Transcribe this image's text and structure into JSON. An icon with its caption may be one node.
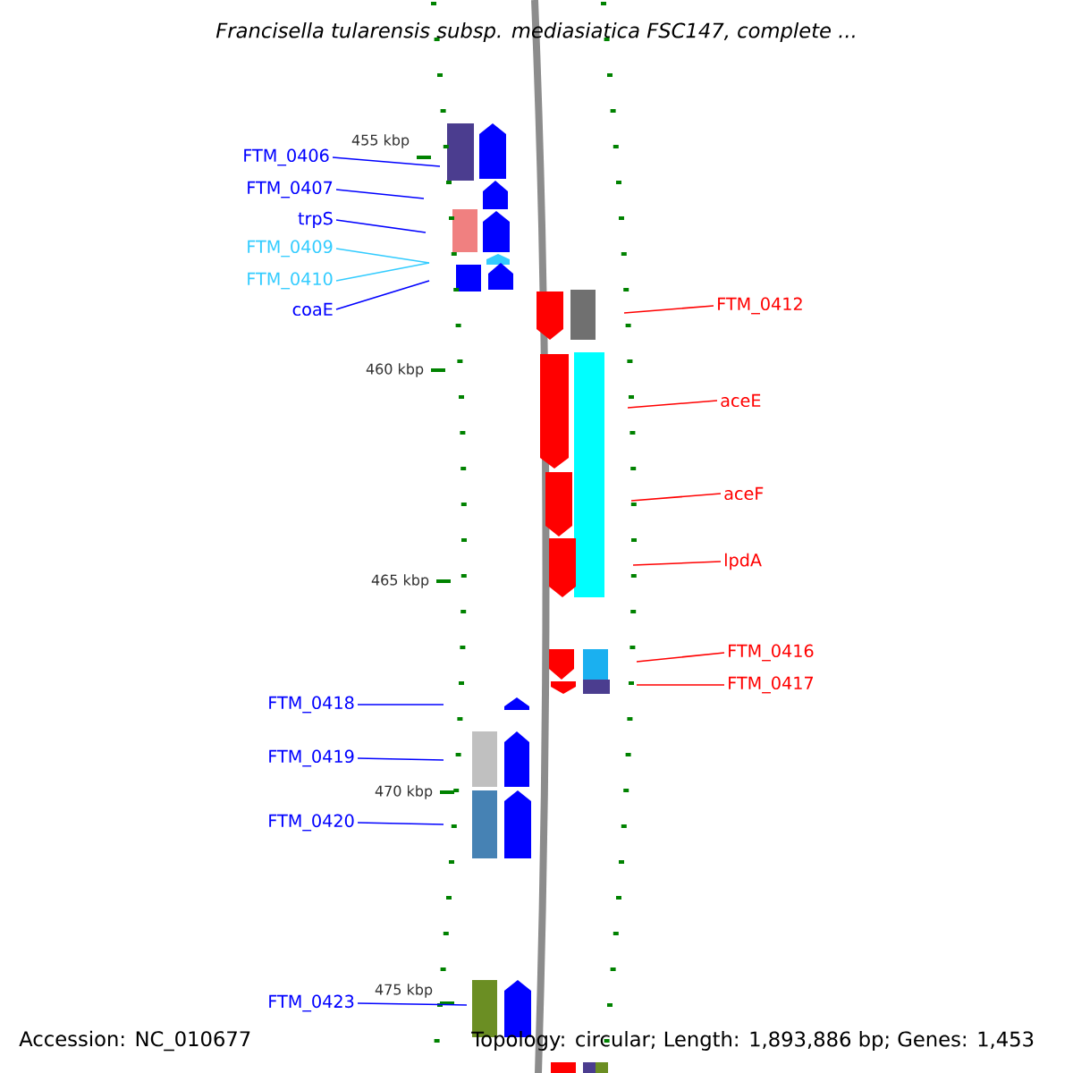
{
  "diagram": {
    "title": "Francisella tularensis subsp. mediasiatica FSC147, complete ...",
    "nodes": [
      {
        "text": [
          "FTM_0406"
        ]
      },
      {
        "text": [
          "FTM_0407"
        ]
      },
      {
        "text": [
          "trpS"
        ]
      },
      {
        "text": [
          "FTM_0409"
        ]
      },
      {
        "text": [
          "FTM_0410"
        ]
      },
      {
        "text": [
          "coaE"
        ]
      },
      {
        "text": [
          "FTM_0412"
        ]
      },
      {
        "text": [
          "aceE"
        ]
      },
      {
        "text": [
          "aceF"
        ]
      },
      {
        "text": [
          "lpdA"
        ]
      },
      {
        "text": [
          "FTM_0416"
        ]
      },
      {
        "text": [
          "FTM_0417"
        ]
      },
      {
        "text": [
          "FTM_0418"
        ]
      },
      {
        "text": [
          "FTM_0419"
        ]
      },
      {
        "text": [
          "FTM_0420"
        ]
      },
      {
        "text": [
          "FTM_0423"
        ]
      }
    ],
    "edges": [
      {
        "from": 0,
        "to": null,
        "arrow": "none"
      },
      {
        "from": 1,
        "to": null,
        "arrow": "none"
      },
      {
        "from": 2,
        "to": null,
        "arrow": "none"
      },
      {
        "from": 3,
        "to": null,
        "arrow": "none",
        "color": "#33ccff"
      },
      {
        "from": 4,
        "to": null,
        "arrow": "none",
        "color": "#33ccff"
      },
      {
        "from": 5,
        "to": null,
        "arrow": "none"
      },
      {
        "from": 6,
        "to": null,
        "arrow": "none",
        "color": "#ff0000"
      },
      {
        "from": 7,
        "to": null,
        "arrow": "none",
        "color": "#ff0000"
      },
      {
        "from": 8,
        "to": null,
        "arrow": "none",
        "color": "#ff0000"
      },
      {
        "from": 9,
        "to": null,
        "arrow": "none",
        "color": "#ff0000"
      },
      {
        "from": 10,
        "to": null,
        "arrow": "none",
        "color": "#ff0000"
      },
      {
        "from": 11,
        "to": null,
        "arrow": "none",
        "color": "#ff0000"
      },
      {
        "from": 12,
        "to": null,
        "arrow": "none"
      },
      {
        "from": 13,
        "to": null,
        "arrow": "none"
      },
      {
        "from": 14,
        "to": null,
        "arrow": "none"
      },
      {
        "from": 15,
        "to": null,
        "arrow": "none"
      }
    ],
    "labels": [
      "455 kbp",
      "460 kbp",
      "465 kbp",
      "470 kbp",
      "475 kbp",
      "Accession: NC_010677",
      "Topology: circular; Length: 1,893,886 bp; Genes: 1,453"
    ]
  }
}
